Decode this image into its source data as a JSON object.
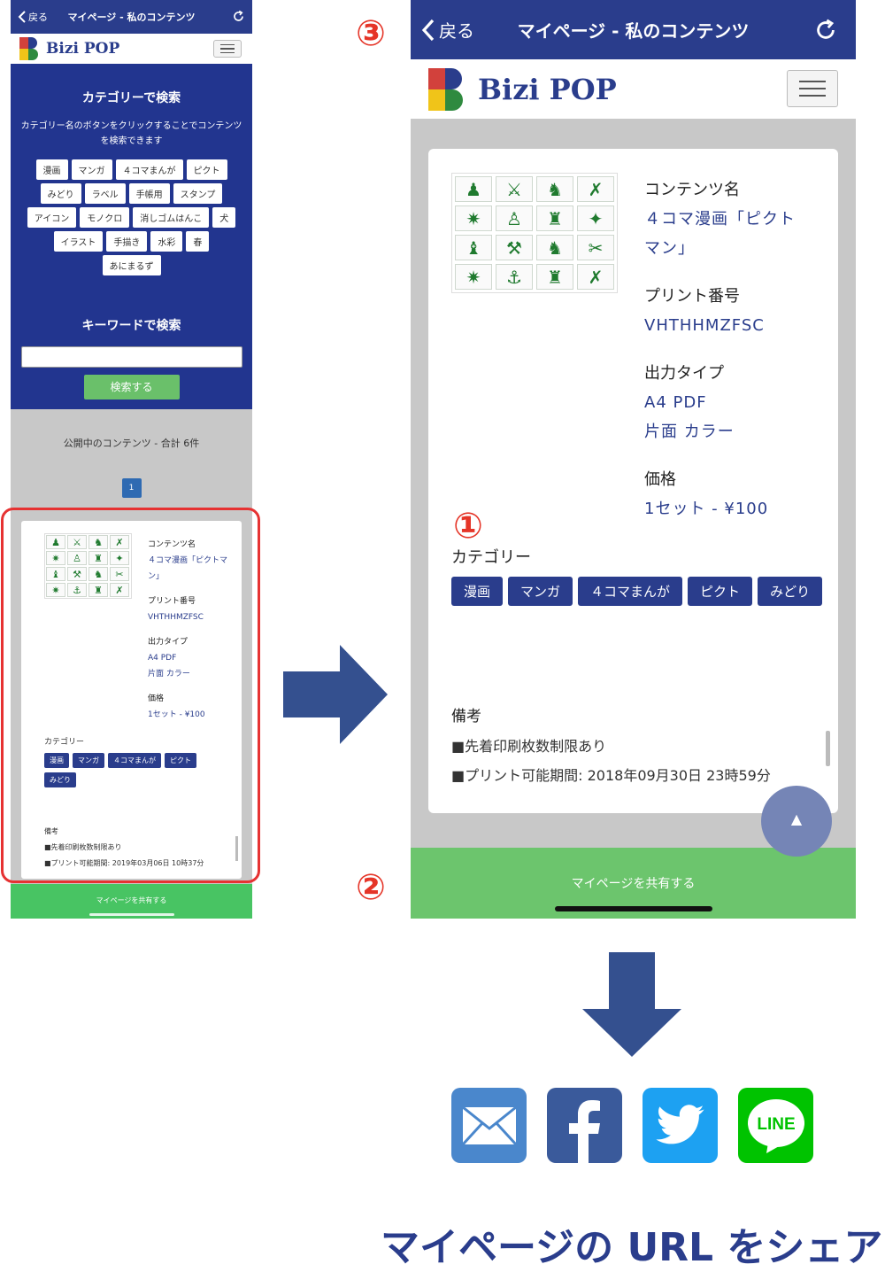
{
  "left_phone": {
    "nav": {
      "back_label": "戻る",
      "title": "マイページ - 私のコンテンツ"
    },
    "brand": {
      "name": "Bizi POP"
    },
    "category_search": {
      "title": "カテゴリーで検索",
      "description": "カテゴリー名のボタンをクリックすることでコンテンツを検索できます",
      "categories": [
        "漫画",
        "マンガ",
        "４コマまんが",
        "ピクト",
        "みどり",
        "ラベル",
        "手帳用",
        "スタンプ",
        "アイコン",
        "モノクロ",
        "消しゴムはんこ",
        "犬",
        "イラスト",
        "手描き",
        "水彩",
        "春",
        "あにまるず"
      ]
    },
    "keyword_search": {
      "title": "キーワードで検索",
      "input_value": "",
      "button_label": "検索する"
    },
    "results": {
      "summary": "公開中のコンテンツ - 合計 6件",
      "page": "1"
    },
    "card": {
      "name_label": "コンテンツ名",
      "name_value": "４コマ漫画「ピクトマン」",
      "print_label": "プリント番号",
      "print_value": "VHTHHMZFSC",
      "output_label": "出力タイプ",
      "output_format": "A4 PDF",
      "output_side": "片面 カラー",
      "price_label": "価格",
      "price_value": "1セット - ¥100",
      "category_label": "カテゴリー",
      "tags": [
        "漫画",
        "マンガ",
        "４コマまんが",
        "ピクト",
        "みどり"
      ],
      "notes_label": "備考",
      "notes": [
        "■先着印刷枚数制限あり",
        "■プリント可能期間: 2019年03月06日 10時37分"
      ]
    },
    "share_label": "マイページを共有する"
  },
  "right_phone": {
    "nav": {
      "back_label": "戻る",
      "title": "マイページ - 私のコンテンツ"
    },
    "brand": {
      "name": "Bizi POP"
    },
    "card": {
      "name_label": "コンテンツ名",
      "name_line1": "４コマ漫画「ピクト",
      "name_line2": "マン」",
      "print_label": "プリント番号",
      "print_value": "VHTHHMZFSC",
      "output_label": "出力タイプ",
      "output_format": "A4 PDF",
      "output_side": "片面 カラー",
      "price_label": "価格",
      "price_value": "1セット - ¥100",
      "category_label": "カテゴリー",
      "tags": [
        "漫画",
        "マンガ",
        "４コマまんが",
        "ピクト",
        "みどり"
      ],
      "notes_label": "備考",
      "notes": [
        "■先着印刷枚数制限あり",
        "■プリント可能期間: 2018年09月30日 23時59分"
      ]
    },
    "scroll_top_label": "▲",
    "share_label": "マイページを共有する"
  },
  "callouts": {
    "one": "①",
    "two": "②",
    "three": "③"
  },
  "share_services": [
    {
      "name": "mail-icon",
      "color": "#4a87cc"
    },
    {
      "name": "facebook-icon",
      "color": "#3a5a9b"
    },
    {
      "name": "twitter-icon",
      "color": "#1da1f2"
    },
    {
      "name": "line-icon",
      "color": "#00c300",
      "text": "LINE"
    }
  ],
  "caption": "マイページの URL をシェア",
  "colors": {
    "navy": "#2a3d8c",
    "green": "#6cc56d",
    "red": "#e53528"
  }
}
